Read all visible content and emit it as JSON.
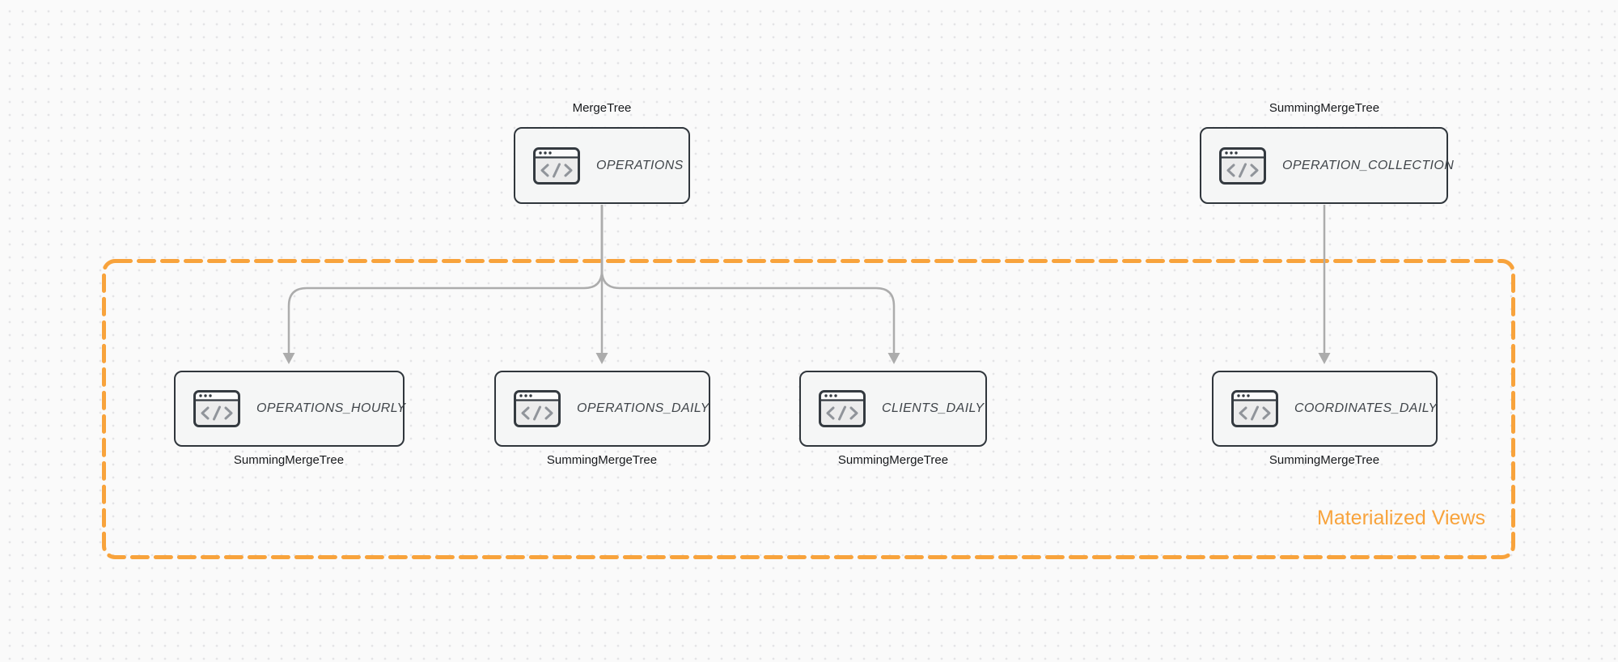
{
  "diagram": {
    "group": {
      "label": "Materialized Views"
    },
    "nodes": [
      {
        "id": "operations",
        "label": "OPERATIONS",
        "engine": "MergeTree",
        "icon": "code-window-icon"
      },
      {
        "id": "operation-collection",
        "label": "OPERATION_COLLECTION",
        "engine": "SummingMergeTree",
        "icon": "code-window-icon"
      },
      {
        "id": "operations-hourly",
        "label": "OPERATIONS_HOURLY",
        "engine": "SummingMergeTree",
        "icon": "code-window-icon"
      },
      {
        "id": "operations-daily",
        "label": "OPERATIONS_DAILY",
        "engine": "SummingMergeTree",
        "icon": "code-window-icon"
      },
      {
        "id": "clients-daily",
        "label": "CLIENTS_DAILY",
        "engine": "SummingMergeTree",
        "icon": "code-window-icon"
      },
      {
        "id": "coordinates-daily",
        "label": "COORDINATES_DAILY",
        "engine": "SummingMergeTree",
        "icon": "code-window-icon"
      }
    ],
    "edges": [
      {
        "from": "OPERATIONS",
        "to": "OPERATIONS_HOURLY"
      },
      {
        "from": "OPERATIONS",
        "to": "OPERATIONS_DAILY"
      },
      {
        "from": "OPERATIONS",
        "to": "CLIENTS_DAILY"
      },
      {
        "from": "OPERATION_COLLECTION",
        "to": "COORDINATES_DAILY"
      }
    ],
    "colors": {
      "accent_orange": "#F8A33C",
      "node_border": "#30363C",
      "node_fill": "#F5F6F6",
      "node_text": "#40454A",
      "engine_label_text": "#17191C",
      "arrow_gray": "#ACACAC",
      "icon_glyph_gray": "#90949A",
      "canvas_background": "#FAFAFA",
      "dot_grid": "#E4E4E6"
    },
    "icon_glyph": "</>"
  }
}
